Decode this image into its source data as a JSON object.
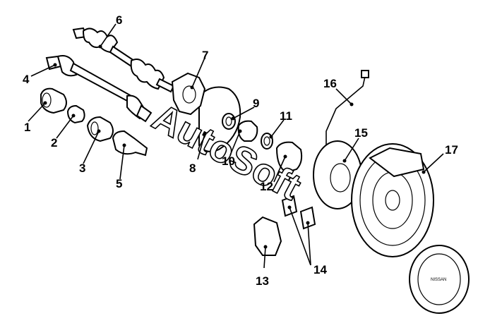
{
  "watermark": "AutoSoft",
  "hubcap_brand": "NISSAN",
  "callouts": [
    {
      "id": "label-1",
      "text": "1"
    },
    {
      "id": "label-2",
      "text": "2"
    },
    {
      "id": "label-3",
      "text": "3"
    },
    {
      "id": "label-4",
      "text": "4"
    },
    {
      "id": "label-5",
      "text": "5"
    },
    {
      "id": "label-6",
      "text": "6"
    },
    {
      "id": "label-7",
      "text": "7"
    },
    {
      "id": "label-8",
      "text": "8"
    },
    {
      "id": "label-9",
      "text": "9"
    },
    {
      "id": "label-10",
      "text": "10"
    },
    {
      "id": "label-11",
      "text": "11"
    },
    {
      "id": "label-12",
      "text": "12"
    },
    {
      "id": "label-13",
      "text": "13"
    },
    {
      "id": "label-14",
      "text": "14"
    },
    {
      "id": "label-15",
      "text": "15"
    },
    {
      "id": "label-16",
      "text": "16"
    },
    {
      "id": "label-17",
      "text": "17"
    }
  ]
}
